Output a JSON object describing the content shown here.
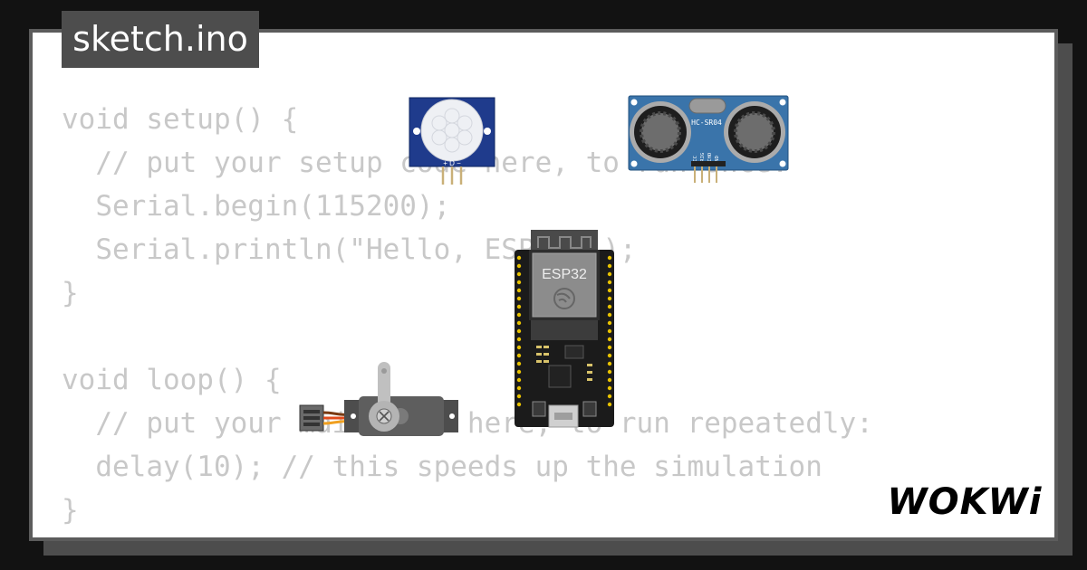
{
  "window": {
    "file_tab": "sketch.ino",
    "brand": "WOKWi"
  },
  "code": {
    "lines": [
      "void setup() {",
      "  // put your setup code here, to run once:",
      "  Serial.begin(115200);",
      "  Serial.println(\"Hello, ESP32!\");",
      "}",
      "",
      "void loop() {",
      "  // put your main code here, to run repeatedly:",
      "  delay(10); // this speeds up the simulation",
      "}"
    ]
  },
  "components": {
    "pir": {
      "pin_labels": "+ D −"
    },
    "ultrasonic": {
      "label": "HC-SR04",
      "pins": [
        "VCC",
        "TRIG",
        "ECHO",
        "GND"
      ]
    },
    "esp32": {
      "label": "ESP32"
    }
  },
  "colors": {
    "background": "#121212",
    "card": "#ffffff",
    "tab": "#4d4d4d",
    "code_text": "#c8c8c8",
    "pir_board": "#1f3b8c",
    "ultrasonic_board": "#3a74aa",
    "esp32_board": "#1b1b1b",
    "servo_body": "#555555"
  }
}
